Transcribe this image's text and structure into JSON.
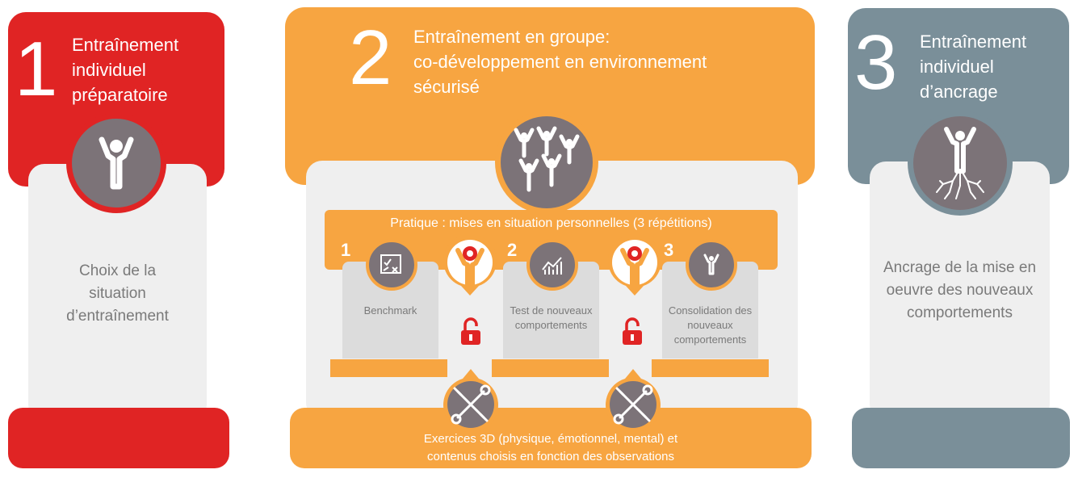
{
  "colors": {
    "red": "#e02424",
    "orange": "#f7a541",
    "slate": "#7a8f99",
    "circle_gray": "#7c7378",
    "panel_gray": "#efefef",
    "text_gray": "#7a7a7a"
  },
  "column1": {
    "number": "1",
    "title_lines": [
      "Entraînement",
      "individuel",
      "préparatoire"
    ],
    "body_lines": [
      "Choix de la",
      "situation",
      "d’entraînement"
    ],
    "icon": "person-arms-up-icon"
  },
  "column2": {
    "number": "2",
    "title_lines": [
      "Entraînement en groupe:",
      "co-développement en environnement",
      "sécurisé"
    ],
    "icon": "group-people-icon",
    "practice_banner": "Pratique : mises en situation personnelles (3 répétitions)",
    "steps": [
      {
        "number": "1",
        "lines": [
          "Benchmark"
        ],
        "icon": "checklist-chart-icon"
      },
      {
        "number": "2",
        "lines": [
          "Test de nouveaux",
          "comportements"
        ],
        "icon": "line-chart-icon"
      },
      {
        "number": "3",
        "lines": [
          "Consolidation des",
          "nouveaux",
          "comportements"
        ],
        "icon": "person-small-icon"
      }
    ],
    "footer_lines": [
      "Exercices 3D (physique, émotionnel, mental) et",
      "contenus choisis en fonction des observations"
    ],
    "tools_icon": "tools-icon",
    "unlock_icon": "padlock-open-icon",
    "target_icon": "person-target-icon"
  },
  "column3": {
    "number": "3",
    "title_lines": [
      "Entraînement",
      "individuel",
      "d’ancrage"
    ],
    "body_lines": [
      "Ancrage de la mise en",
      "oeuvre des nouveaux",
      "comportements"
    ],
    "icon": "person-rooted-icon"
  }
}
